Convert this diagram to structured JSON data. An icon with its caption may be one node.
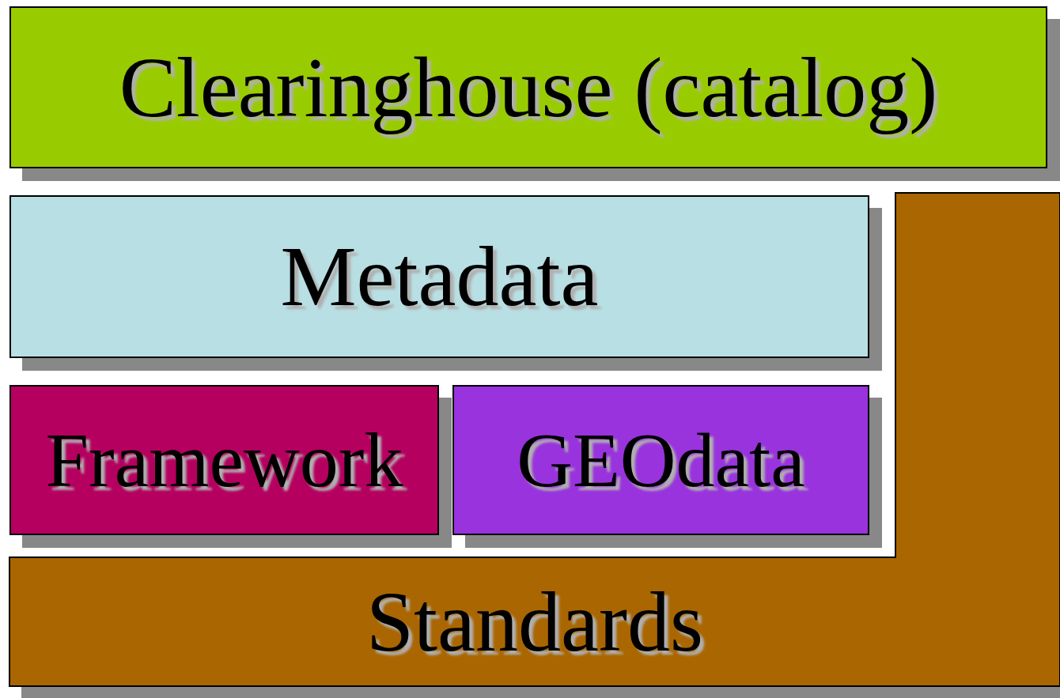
{
  "diagram": {
    "nodes": [
      {
        "text": [
          "Clearinghouse (catalog)"
        ]
      },
      {
        "text": [
          "Metadata"
        ]
      },
      {
        "text": [
          "Framework"
        ]
      },
      {
        "text": [
          "GEOdata"
        ]
      },
      {
        "text": [
          "Standards"
        ]
      }
    ]
  }
}
